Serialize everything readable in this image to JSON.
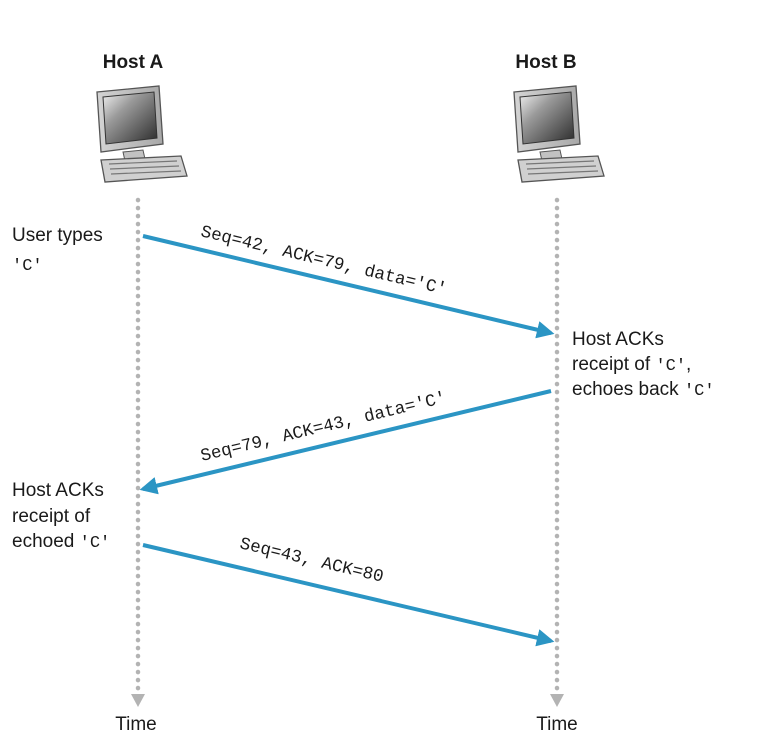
{
  "hosts": {
    "a": {
      "title": "Host A",
      "time_label": "Time"
    },
    "b": {
      "title": "Host B",
      "time_label": "Time"
    }
  },
  "colors": {
    "arrow": "#2b95c4",
    "timeline": "#b3b3b3"
  },
  "messages": [
    {
      "from": "Host A",
      "to": "Host B",
      "label": "Seq=42, ACK=79, data='C'"
    },
    {
      "from": "Host B",
      "to": "Host A",
      "label": "Seq=79, ACK=43, data='C'"
    },
    {
      "from": "Host A",
      "to": "Host B",
      "label": "Seq=43, ACK=80"
    }
  ],
  "annotations": {
    "user_types": {
      "line1": "User types",
      "code": "'C'"
    },
    "host_b_ack": {
      "line1": "Host ACKs",
      "line2_text": "receipt of ",
      "line2_code": "'C'",
      "line2_tail": ",",
      "line3_text": "echoes back ",
      "line3_code": "'C'"
    },
    "host_a_ack": {
      "line1": "Host ACKs",
      "line2": "receipt of",
      "line3_text": "echoed ",
      "line3_code": "'C'"
    }
  },
  "icons": {
    "host_a": "desktop-computer-icon",
    "host_b": "desktop-computer-icon"
  }
}
